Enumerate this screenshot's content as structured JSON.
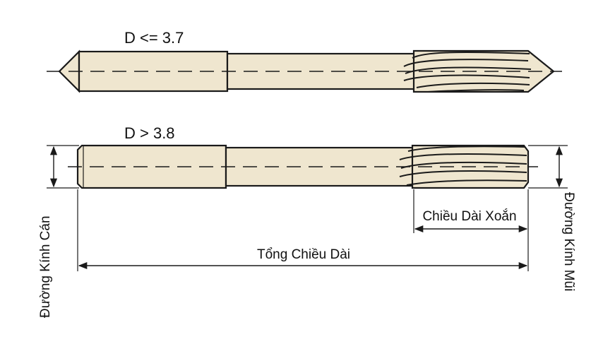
{
  "labels": {
    "top_caption": "D <= 3.7",
    "bottom_caption": "D > 3.8",
    "shank_diameter": "Đường Kính Cán",
    "flute_length": "Chiều Dài Xoắn",
    "overall_length": "Tổng Chiều Dài",
    "tip_diameter": "Đường Kính Mũi"
  },
  "colors": {
    "body_fill": "#efe6cf",
    "outline": "#1a1a1a"
  }
}
